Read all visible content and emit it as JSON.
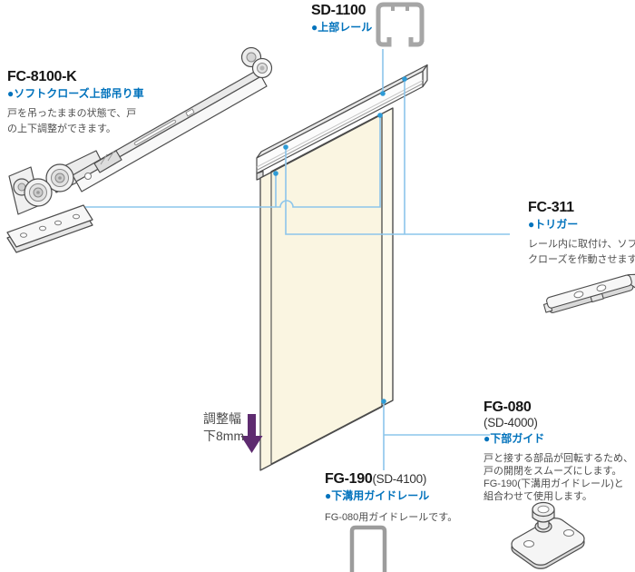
{
  "parts": {
    "sd1100": {
      "code": "SD-1100",
      "category": "●上部レール"
    },
    "fc8100k": {
      "code": "FC-8100-K",
      "category": "●ソフトクローズ上部吊り車",
      "description": [
        "戸を吊ったままの状態で、戸",
        "の上下調整ができます。"
      ]
    },
    "fc311": {
      "code": "FC-311",
      "category": "●トリガー",
      "description": [
        "レール内に取付け、ソフト",
        "クローズを作動させます。"
      ]
    },
    "fg080": {
      "code": "FG-080",
      "code_sub": "(SD-4000)",
      "category": "●下部ガイド",
      "description": [
        "戸と接する部品が回転するため、",
        "戸の開閉をスムーズにします。",
        "FG-190(下溝用ガイドレール)と",
        "組合わせて使用します。"
      ]
    },
    "fg190": {
      "code": "FG-190",
      "code_sub": "(SD-4100)",
      "category": "●下溝用ガイドレール",
      "description": [
        "FG-080用ガイドレールです。"
      ]
    }
  },
  "annotations": {
    "adjustment": {
      "line1": "調整幅",
      "line2": "下8mm"
    }
  },
  "colors": {
    "accent_blue": "#0072BC",
    "callout_line_blue": "#8CC5EB",
    "callout_dot_blue": "#2E9BD6",
    "arrow_purple": "#5E2B70",
    "door_cream": "#FAF5E1",
    "outline_gray": "#4A4A4A",
    "icon_gray": "#A6A6A6"
  }
}
